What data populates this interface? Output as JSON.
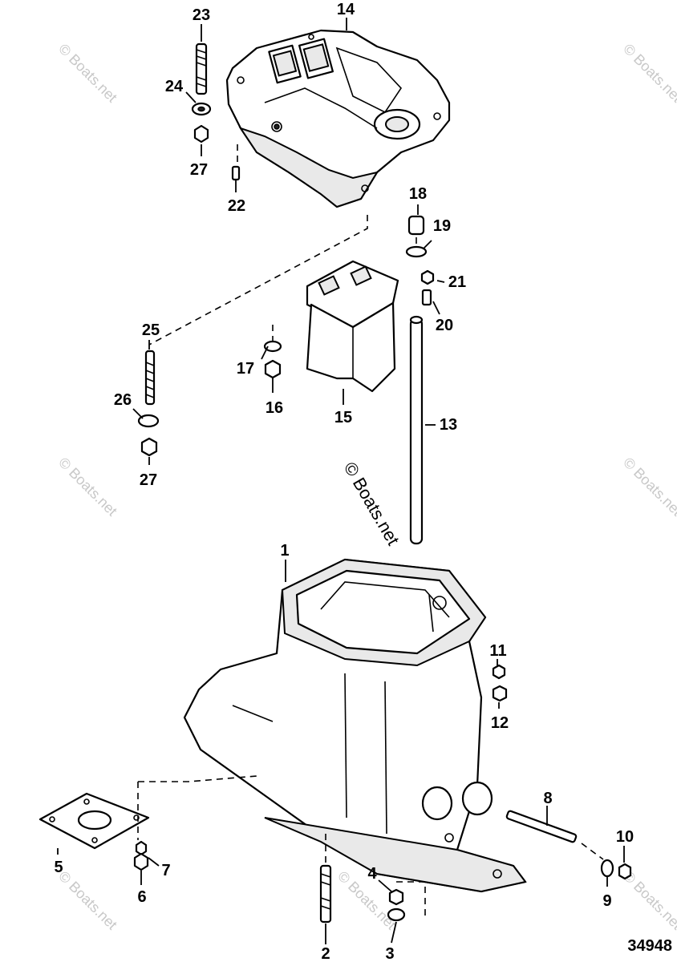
{
  "diagram": {
    "part_labels": {
      "p1": "1",
      "p2": "2",
      "p3": "3",
      "p4": "4",
      "p5": "5",
      "p6": "6",
      "p7": "7",
      "p8": "8",
      "p9": "9",
      "p10": "10",
      "p11": "11",
      "p12": "12",
      "p13": "13",
      "p14": "14",
      "p15": "15",
      "p16": "16",
      "p17": "17",
      "p18": "18",
      "p19": "19",
      "p20": "20",
      "p21": "21",
      "p22": "22",
      "p23": "23",
      "p24": "24",
      "p25": "25",
      "p26": "26",
      "p27a": "27",
      "p27b": "27"
    },
    "watermark": "© Boats.net",
    "reference_number": "34948"
  }
}
